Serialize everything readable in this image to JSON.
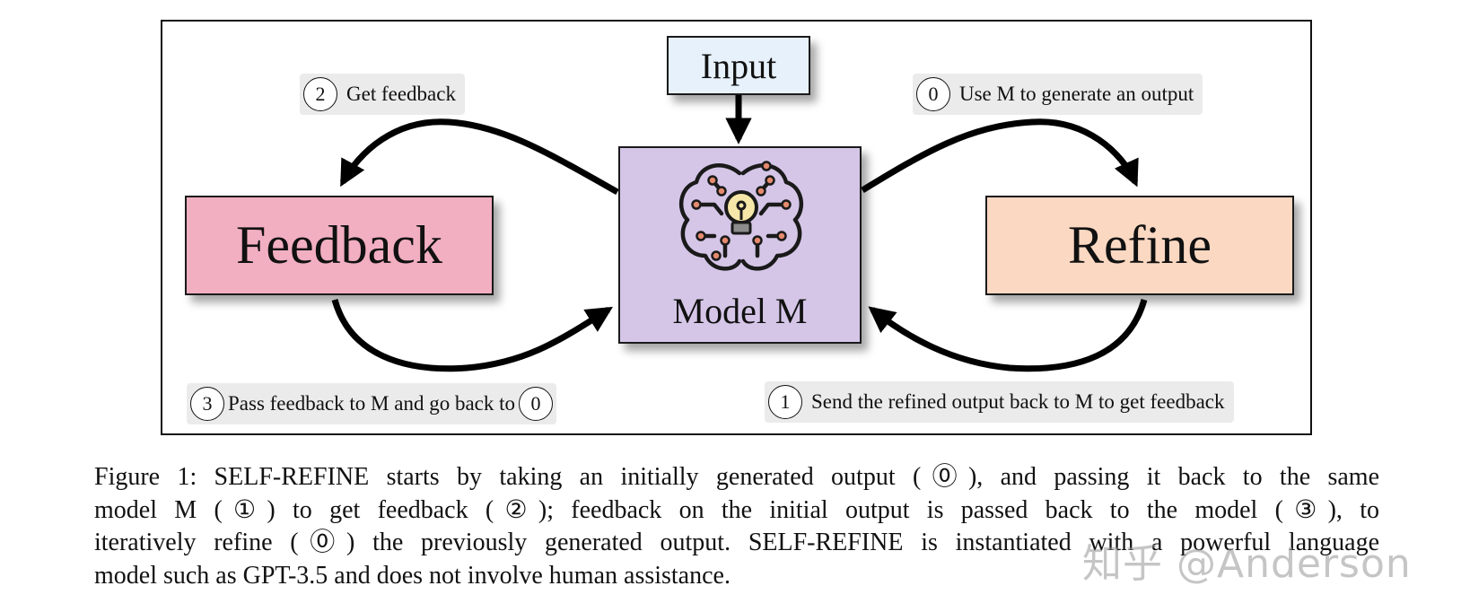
{
  "nodes": {
    "input": "Input",
    "model": "Model M",
    "feedback": "Feedback",
    "refine": "Refine"
  },
  "steps": {
    "get_feedback": {
      "number": "2",
      "text": "Get feedback"
    },
    "generate": {
      "number": "0",
      "text": "Use M to generate an output"
    },
    "pass_feedback": {
      "number": "3",
      "text": "Pass feedback to M and go back to",
      "target": "0"
    },
    "send_back": {
      "number": "1",
      "text": "Send the refined output back to M to get feedback"
    }
  },
  "caption": {
    "line1": "Figure 1: SELF-REFINE starts by taking an initially generated output (⓪), and passing it back to the same",
    "line2": "model M (①) to get feedback (②); feedback on the initial output is passed back to the model (③), to",
    "line3": "iteratively refine (⓪) the previously generated output. SELF-REFINE is instantiated with a powerful language",
    "line4": "model such as GPT-3.5 and does not involve human assistance."
  },
  "watermark": "知乎 @Anderson",
  "colors": {
    "input_fill": "#e6f1fb",
    "model_fill": "#d5c6e8",
    "feedback_fill": "#f2afc1",
    "refine_fill": "#fbd8c2",
    "label_bg": "#ebebeb"
  },
  "icons": [
    "brain-circuit-lightbulb-icon"
  ]
}
